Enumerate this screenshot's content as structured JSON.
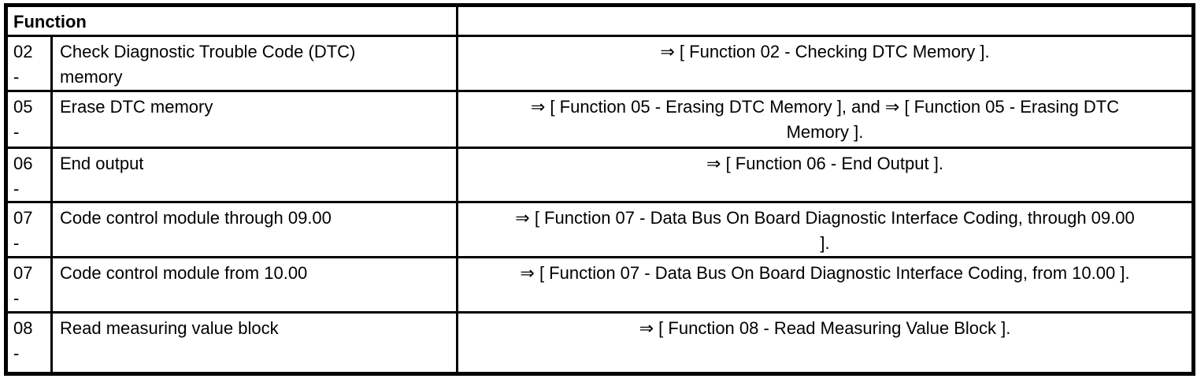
{
  "table": {
    "header": {
      "function_label": "Function",
      "right_label": ""
    },
    "rows": [
      {
        "code": "02\n-",
        "description": "Check Diagnostic Trouble Code (DTC)\nmemory",
        "reference": "⇒ [ Function 02 - Checking DTC Memory ]."
      },
      {
        "code": "05\n-",
        "description": "Erase DTC memory",
        "reference": "⇒ [ Function 05 - Erasing DTC Memory ], and ⇒ [ Function 05 - Erasing DTC\nMemory ]."
      },
      {
        "code": "06\n-",
        "description": "End output",
        "reference": "⇒ [ Function 06 - End Output ]."
      },
      {
        "code": "07\n-",
        "description": "Code control module through 09.00",
        "reference": "⇒ [ Function 07 - Data Bus On Board Diagnostic Interface Coding, through 09.00\n]."
      },
      {
        "code": "07\n-",
        "description": "Code control module from 10.00",
        "reference": "⇒ [ Function 07 - Data Bus On Board Diagnostic Interface Coding, from 10.00 ]."
      },
      {
        "code": "08\n-",
        "description": "Read measuring value block",
        "reference": "⇒ [ Function 08 - Read Measuring Value Block ]."
      }
    ],
    "colors": {
      "border": "#000000",
      "text": "#000000",
      "background": "#ffffff"
    }
  }
}
